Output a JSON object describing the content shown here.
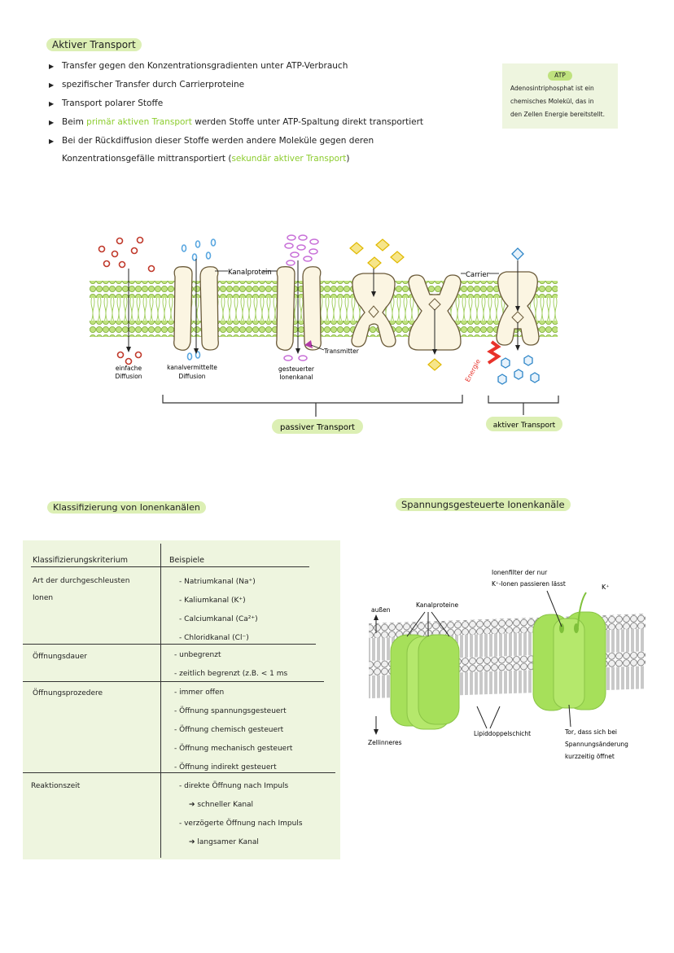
{
  "header": {
    "title": "Aktiver Transport",
    "bullets": [
      "Transfer gegen den Konzentrationsgradienten unter ATP-Verbrauch",
      "spezifischer Transfer durch Carrierproteine",
      "Transport polarer Stoffe"
    ],
    "bullet4": {
      "pre": "Beim ",
      "green": "primär aktiven Transport",
      "post": " werden Stoffe unter ATP-Spaltung direkt transportiert"
    },
    "bullet5": {
      "line1": "Bei der Rückdiffusion dieser Stoffe werden andere Moleküle gegen deren",
      "line2_pre": "Konzentrationsgefälle mittransportiert (",
      "line2_green": "sekundär aktiver Transport",
      "line2_post": ")"
    }
  },
  "atp_box": {
    "tag": "ATP",
    "lines": [
      "Adenosintriphosphat ist ein",
      "chemisches Molekül, das in",
      "den Zellen Energie bereitstellt."
    ]
  },
  "membrane_diagram": {
    "labels": {
      "kanalprotein": "Kanalprotein",
      "carrier": "Carrier",
      "transmitter": "Transmitter",
      "einfache": [
        "einfache",
        "Diffusion"
      ],
      "kanalvermittelte": [
        "kanalvermittelte",
        "Diffusion"
      ],
      "gesteuerter": [
        "gesteuerter",
        "Ionenkanal"
      ],
      "energie": "Energie",
      "passiv": "passiver Transport",
      "aktiv": "aktiver Transport"
    },
    "colors": {
      "membrane": "#bfe27e",
      "protein": "#fbf5e2",
      "protein_stroke": "#6b5b3a",
      "red": "#c0392b",
      "blue": "#5aa7e0",
      "purple": "#c870d8",
      "yellow": "#f3d24c",
      "energy": "#e8322a"
    }
  },
  "classification": {
    "title": "Klassifizierung von Ionenkanälen",
    "header_col1": "Klassifizierungskriterium",
    "header_col2": "Beispiele",
    "rows": [
      {
        "label": [
          "Art der durchgeschleusten",
          "Ionen"
        ],
        "items": [
          "- Natriumkanal  (Na⁺)",
          "- Kaliumkanal  (K⁺)",
          "- Calciumkanal  (Ca²⁺)",
          "- Chloridkanal  (Cl⁻)"
        ]
      },
      {
        "label": [
          "Öffnungsdauer"
        ],
        "items": [
          "- unbegrenzt",
          "- zeitlich begrenzt (z.B. < 1 ms"
        ]
      },
      {
        "label": [
          "Öffnungsprozedere"
        ],
        "items": [
          "- immer offen",
          "- Öffnung spannungsgesteuert",
          "- Öffnung chemisch gesteuert",
          "- Öffnung mechanisch gesteuert",
          "- Öffnung indirekt gesteuert"
        ]
      },
      {
        "label": [
          "Reaktionszeit"
        ],
        "items": [
          "- direkte Öffnung nach Impuls",
          "➔ schneller Kanal",
          "- verzögerte Öffnung nach Impuls",
          "➔ langsamer Kanal"
        ]
      }
    ]
  },
  "voltage_channels": {
    "title": "Spannungsgesteuerte Ionenkanäle",
    "labels": {
      "filter": [
        "Ionenfilter der nur",
        "K⁺-Ionen passieren lässt"
      ],
      "kion": "K⁺",
      "aussen": "außen",
      "kanalproteine": "Kanalproteine",
      "zellinneres": "Zellinneres",
      "lipid": "Lipiddoppelschicht",
      "tor": [
        "Tor, dass sich bei",
        "Spannungsänderung",
        "kurzzeitig öffnet"
      ]
    },
    "colors": {
      "channel": "#a6e05a",
      "channel_dark": "#7fc13a"
    }
  }
}
